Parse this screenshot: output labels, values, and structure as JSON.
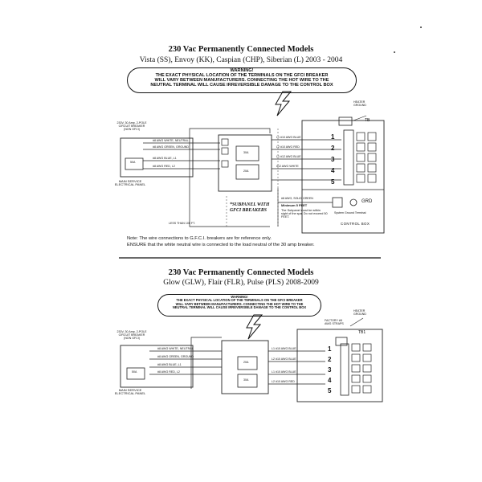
{
  "diagram1": {
    "title": "230 Vac Permanently Connected Models",
    "subtitle": "Vista (SS), Envoy (KK), Caspian (CHP), Siberian (L) 2003 - 2004",
    "warning_heading": "WARNING!",
    "warning_line1": "THE EXACT PHYSICAL LOCATION  OF THE TERMINALS ON THE GFCI BREAKER",
    "warning_line2": "WILL VARY BETWEEN MANUFACTURERS.  CONNECTING THE HOT WIRE TO THE",
    "warning_line3": "NEUTRAL TERMINAL WILL CAUSE IRREVERSIBLE DAMAGE TO THE CONTROL BOX",
    "heater_ground": "HEATER GROUND",
    "tb_label": "TB",
    "breaker_label": "230V, 30 Amp. 2-POLE CIRCUIT BREAKER (NON GFCI)",
    "main_panel_label": "MAIN SERVICE ELECTRICAL PANEL",
    "breaker_rating": "50A",
    "wires_left": [
      "#8 AWG WHITE, NEUTRAL",
      "#8 AWG GREEN, GROUND",
      "#8 AWG BLUE, L1",
      "#8 AWG RED, L2"
    ],
    "wires_right": [
      "L1 #10 AWG BLUE",
      "L2 #10 AWG RED",
      "L1 #12 AWG BLUE",
      "#12 AWG WHITE"
    ],
    "inner_breakers": [
      "30A",
      "20A"
    ],
    "ground_wire": "#8 AWG, SOLID GREEN",
    "subpanel_label": "*SUBPANEL WITH GFCI BREAKERS",
    "minimum_note": "Minimum 5 FEET",
    "subpanel_note": "The Subpanel must be within sight of the spa. Do not exceed 50 FEET.",
    "distance_label": "LESS THAN 100 FT.",
    "grd_label": "GRD",
    "ground_terminal": "System Ground Terminal",
    "control_box": "CONTROL BOX",
    "terminals": [
      "1",
      "2",
      "3",
      "4",
      "5"
    ],
    "note1": "Note:  The wire connections to G.F.C.I. breakers are for reference only.",
    "note2": "ENSURE that the white neutral wire is connected to the load neutral of the 30 amp breaker."
  },
  "diagram2": {
    "title": "230 Vac Permanently Connected Models",
    "subtitle": "Glow (GLW), Flair (FLR), Pulse (PLS) 2008-2009",
    "warning_heading": "WARNING!",
    "warning_line1": "THE EXACT PHYSICAL LOCATION OF THE TERMINALS ON THE GFCI BREAKER",
    "warning_line2": "WILL VARY BETWEEN MANUFACTURERS.  CONNECTING THE HOT WIRE TO THE",
    "warning_line3": "NEUTRAL TERMINAL WILL CAUSE IRREVERSIBLE DAMAGE TO THE CONTROL BOX",
    "heater_ground": "HEATER GROUND",
    "factory_wire": "FACTORY #8 AWG STRAPS",
    "tb_label": "TB1",
    "breaker_label": "230V, 30 Amp. 2-POLE CIRCUIT BREAKER (NON GFCI)",
    "main_panel_label": "MAIN SERVICE ELECTRICAL PANEL",
    "breaker_rating": "50A",
    "wires_left": [
      "#8 AWG WHITE, NEUTRAL",
      "#8 AWG GREEN, GROUND",
      "#8 AWG BLUE, L1",
      "#8 AWG RED, L2"
    ],
    "wires_right": [
      "L1 #10 AWG BLUE",
      "L2 #10 AWG BLUE",
      "L1 #10 AWG BLUE",
      "L2 #10 AWG RED"
    ],
    "inner_breakers": [
      "20A",
      "30A"
    ],
    "terminals": [
      "1",
      "2",
      "3",
      "4",
      "5"
    ]
  }
}
